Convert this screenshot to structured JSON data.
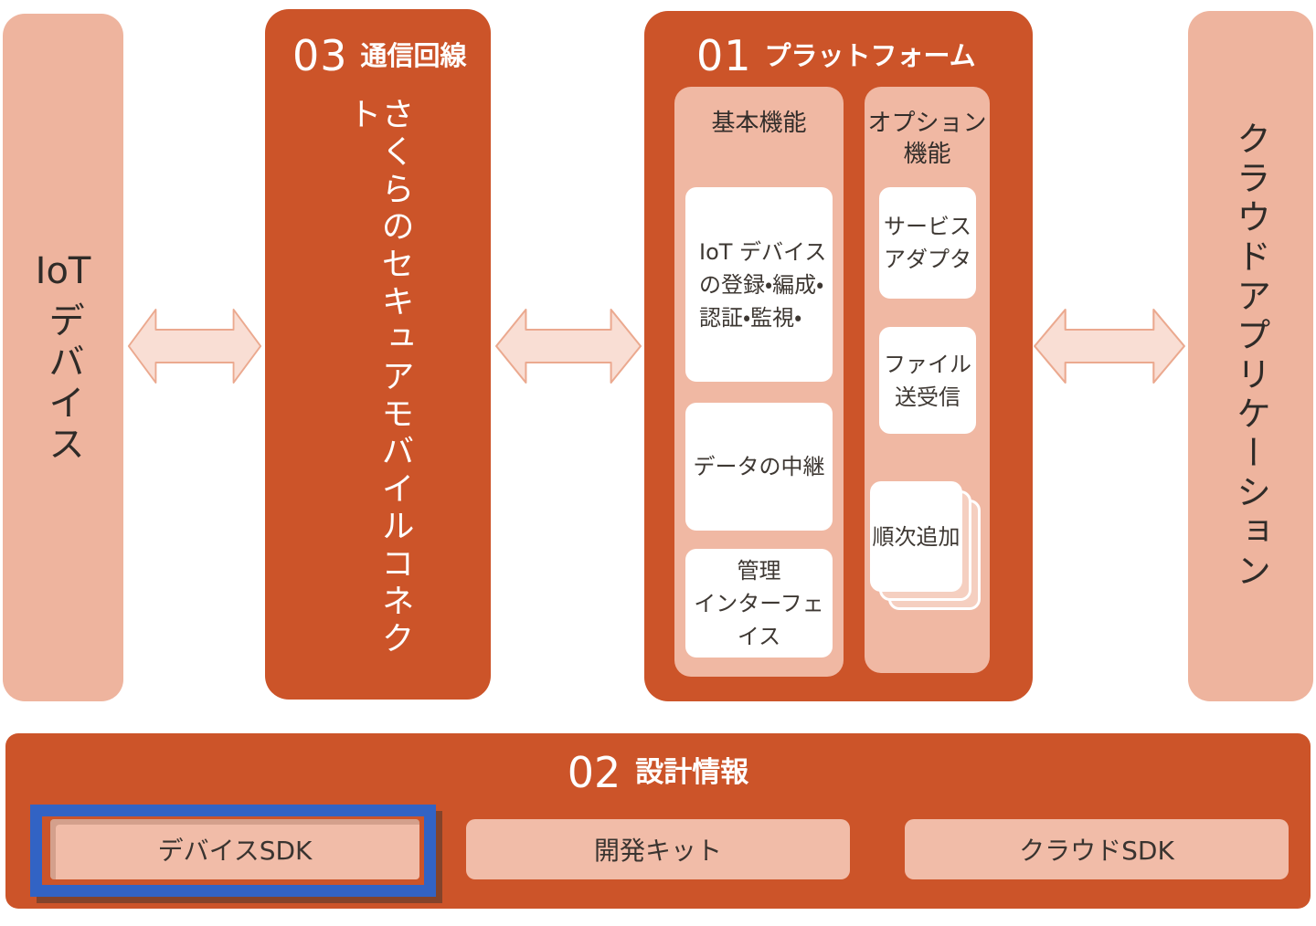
{
  "palette": {
    "orange": "#cc5429",
    "salmon_panel": "#eeb49e",
    "salmon_column": "#f0b8a3",
    "salmon_button": "#f1bca8",
    "stack_card_fill": "#f5cfc0",
    "arrow_fill": "#f9ded4",
    "arrow_stroke": "#eba98f",
    "highlight_blue": "#3263c4",
    "text_dark": "#332e2a",
    "text_white": "#ffffff"
  },
  "nodes": {
    "iot_device": {
      "latin": "IoT",
      "kana": "デバイス"
    },
    "line": {
      "number": "03",
      "title": "通信回線",
      "body": "さくらのセキュアモバイルコネクト"
    },
    "platform": {
      "number": "01",
      "title": "プラットフォーム",
      "basic": {
        "header": "基本機能",
        "items": [
          "IoT デバイス\nの登録・編成・\n認証・監視・",
          "データの中継",
          "管理\nインターフェイス"
        ]
      },
      "option": {
        "header": "オプション\n機能",
        "items": [
          "サービス\nアダプタ",
          "ファイル\n送受信",
          "順次追加"
        ]
      }
    },
    "cloud_app": {
      "label": "クラウドアプリケーション"
    },
    "design": {
      "number": "02",
      "title": "設計情報",
      "buttons": [
        {
          "label": "デバイスSDK",
          "highlighted": true
        },
        {
          "label": "開発キット",
          "highlighted": false
        },
        {
          "label": "クラウドSDK",
          "highlighted": false
        }
      ]
    }
  },
  "icons": {
    "arrow": "double-headed-arrow"
  }
}
